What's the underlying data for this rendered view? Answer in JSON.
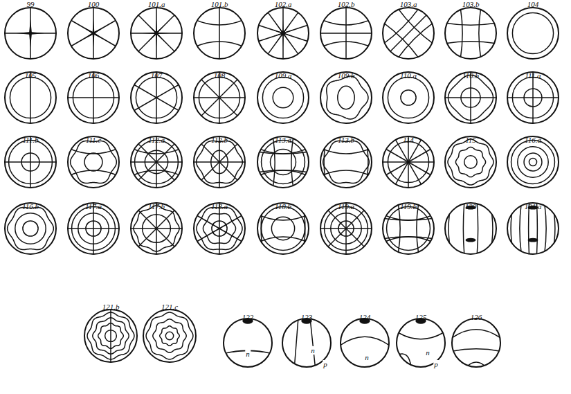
{
  "diagram": {
    "labels": [
      "99",
      "100",
      "101.a",
      "101.b",
      "102.a",
      "102.b",
      "103.a",
      "103.b",
      "104",
      "105",
      "106",
      "107",
      "108",
      "109.a",
      "109.b",
      "110.a",
      "110.b",
      "111.a",
      "111.b",
      "111.c",
      "112.a",
      "112.b",
      "113.a",
      "113.b",
      "114",
      "115",
      "116.a",
      "116.b",
      "117.a",
      "117.b",
      "118.a",
      "118.b",
      "119.a",
      "119.b",
      "120",
      "121.a",
      "121.b",
      "121.c",
      "122",
      "123",
      "124",
      "125",
      "126",
      "n",
      "n",
      "p",
      "n",
      "n",
      "p"
    ]
  }
}
